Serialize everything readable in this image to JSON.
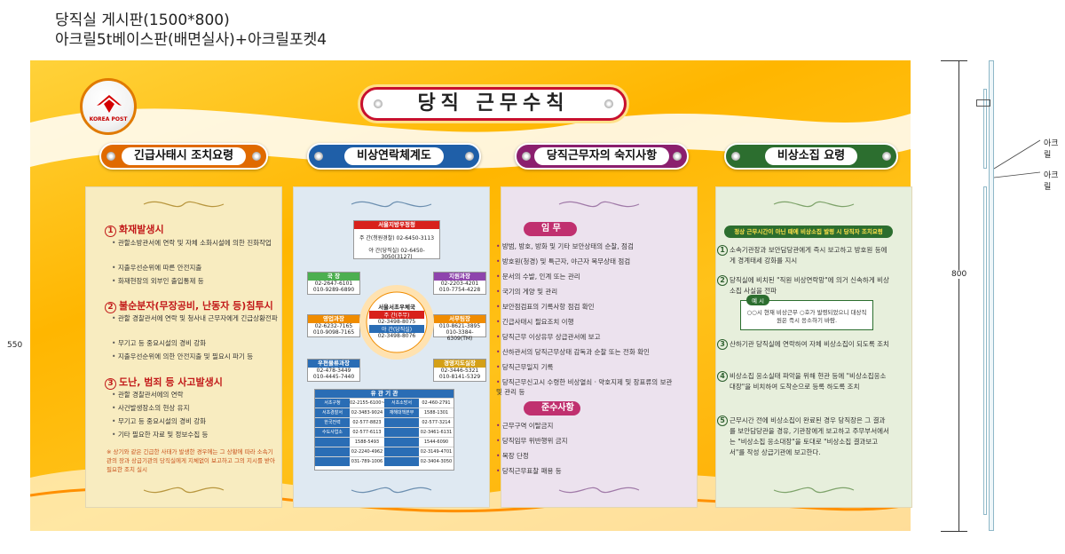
{
  "spec": {
    "title": "당직실 게시판(1500*800)",
    "subtitle": "아크릴5t베이스판(배면실사)+아크릴포켓4"
  },
  "board": {
    "logo_text": "KOREA POST",
    "main_title": "당직 근무수칙",
    "headers": [
      "긴급사태시 조치요령",
      "비상연락체계도",
      "당직근무자의 숙지사항",
      "비상소집 요령"
    ],
    "header_colors": [
      "#e06a00",
      "#1f5fa8",
      "#8b1f6e",
      "#2c6e2f"
    ]
  },
  "panel1": {
    "s1_num": "1",
    "s1_title": "화재발생시",
    "s1_items": [
      "관할소방관서에 연락 및 자체 소화시설에 의한 진화작업",
      "지출우선순위에 따른 안전지출",
      "화재현장의 외부인 출입통제 등"
    ],
    "s2_num": "2",
    "s2_title": "불순분자(무장공비, 난동자 등)침투시",
    "s2_items": [
      "관할 경찰관서에 연락 및 청사내 근무자에게 긴급상황전파",
      "무기고 등 중요시설의 경비 강화",
      "지출우선순위에 의한 안전지출 및 필요시 파기 등"
    ],
    "s3_num": "3",
    "s3_title": "도난, 범죄 등 사고발생시",
    "s3_items": [
      "관할 경찰관서에의 연락",
      "사건발생장소의 현상 유지",
      "무기고 등 중요시설의 경비 강화",
      "기타 필요한 자료 및 정보수집 등"
    ],
    "note": "※ 상기와 같은 긴급한 사태가 발생한 경우에는 그 상황에 따라 소속기관의 장과 상급기관의 당직실에게 지체없이 보고하고 그의 지시를 받아 필요한 조치 실시"
  },
  "panel2": {
    "top_title": "서울지방우정청",
    "top_rows": [
      "주 간(청원경찰)  02-6450-3113",
      "야 간(당직실)  02-6450-3050(3127)"
    ],
    "left_boxes": [
      {
        "title": "국 장",
        "lines": [
          "02-2647-6101",
          "010-9289-6890"
        ]
      },
      {
        "title": "영업과장",
        "lines": [
          "02-6232-7165",
          "010-9098-7165"
        ]
      },
      {
        "title": "우편물류과장",
        "lines": [
          "02-478-3449",
          "010-4445-7440"
        ]
      }
    ],
    "right_boxes": [
      {
        "title": "지원과장",
        "lines": [
          "02-2203-4201",
          "010-7754-4228"
        ]
      },
      {
        "title": "서무팀장",
        "lines": [
          "010-8621-3895",
          "010-3384-6309(TM)"
        ]
      },
      {
        "title": "경영지도실장",
        "lines": [
          "02-3446-5321",
          "010-8141-5329"
        ]
      }
    ],
    "center_title": "서울서초우체국",
    "center_rows": [
      "주 간(주무)",
      "02-3498-8075",
      "야 간(당직실)",
      "02-3498-8076"
    ],
    "bottom_title": "유 관 기 관",
    "bottom_rows": [
      [
        "서초구청",
        "02-2155-6100~3",
        "서초소방서",
        "02-460-2791"
      ],
      [
        "서초경찰서",
        "02-3483-9024",
        "재해대책본부",
        "1588-1301"
      ],
      [
        "한국전력",
        "02-577-8823",
        "",
        "02-577-3214"
      ],
      [
        "수도사업소",
        "02-577-6113",
        "",
        "02-3461-6131"
      ],
      [
        "",
        "1588-5493",
        "",
        "1544-6090"
      ],
      [
        "",
        "02-2240-4962",
        "",
        "02-3149-4701"
      ],
      [
        "",
        "031-789-1006",
        "",
        "02-3404-3050"
      ]
    ]
  },
  "panel3": {
    "sec1_title": "임   무",
    "sec1_items": [
      "방범, 방호, 방화 및 기타 보안상태의 순찰, 점검",
      "방호원(청경) 및 특근자, 야근자 복무상태 점검",
      "문서의 수발, 인계 또는 관리",
      "국기의 게양 및 관리",
      "보안점검표의 기록사항 점검 확인",
      "긴급사태시 필요조치 이행",
      "당직근무 이상유무 상급관서에 보고",
      "산하관서의 당직근무상태 감독과 순찰 또는 전화 확인",
      "당직근무일지 기록",
      "당직근무신고시 수령한 비상열쇠 · 약호지제 및 장표류의 보관 및 관리 등"
    ],
    "sec2_title": "준수사항",
    "sec2_items": [
      "근무구역 이탈금지",
      "당직임무 위반행위 금지",
      "복장 단정",
      "당직근무표찰 패용 등"
    ]
  },
  "panel4": {
    "top_note": "정상 근무시간이 아닌 때에 비상소집 발령 시 당직자 조치요령",
    "items": [
      {
        "num": "1",
        "text": "소속기관장과 보안담당관에게 즉시 보고하고 방호원 등에게 경계태세 강화를 지시"
      },
      {
        "num": "2",
        "text": "당직실에 비치된 \"직원 비상연락망\"에 의거 신속하게 비상소집 사실을 전파"
      },
      {
        "num": "3",
        "text": "산하기관 당직실에 연락하여 자체 비상소집이 되도록 조치"
      },
      {
        "num": "4",
        "text": "비상소집 응소실태 파악을 위해 현관 등에 \"비상소집응소대장\"을 비치하여 도착순으로 등록 하도록 조치"
      },
      {
        "num": "5",
        "text": "근무시간 전에 비상소집이 완료된 경우 당직장은 그 결과를 보안담당관을 경유, 기관장에게 보고하고 주무부서에서는 \"비상소집 응소대장\"을 토대로 \"비상소집 결과보고서\"를 작성 상급기관에 보고한다."
      }
    ],
    "example_label": "예 시",
    "example_text": "○○시 현재 비상근무 ○호가 발령되었으니 대상직원은 즉시 응소하기 바람."
  },
  "dims": {
    "height_left": "550",
    "height_right": "800",
    "side_label_1": "아크릴",
    "side_label_2": "아크릴"
  }
}
